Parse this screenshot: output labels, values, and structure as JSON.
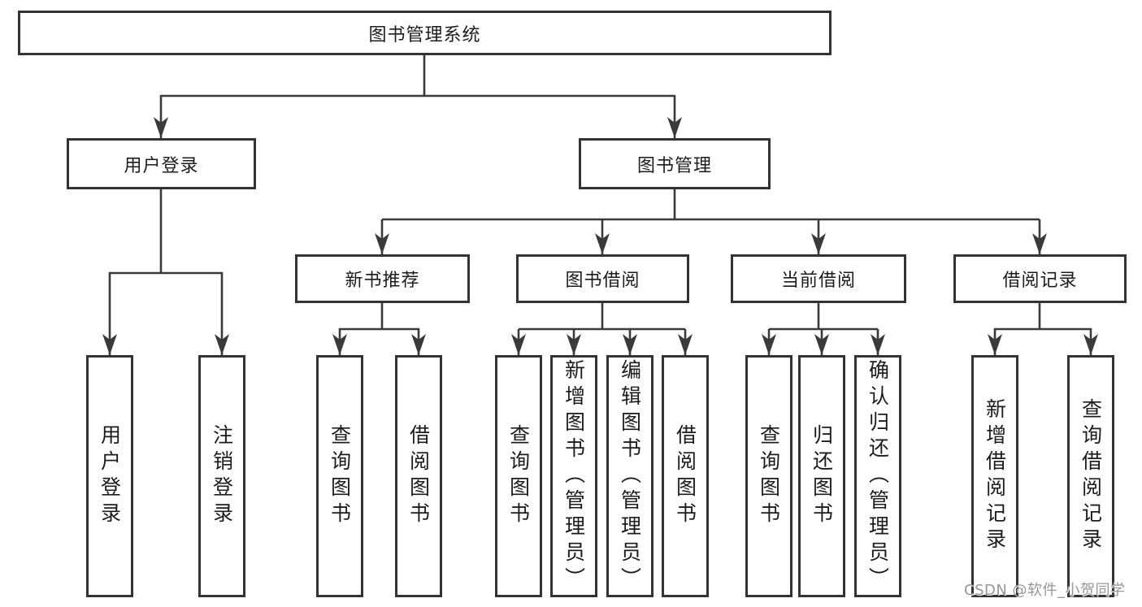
{
  "diagram_title": "图书管理系统",
  "tree": {
    "label": "图书管理系统",
    "children": [
      {
        "label": "用户登录",
        "children": [
          {
            "label": "用户登录"
          },
          {
            "label": "注销登录"
          }
        ]
      },
      {
        "label": "图书管理",
        "children": [
          {
            "label": "新书推荐",
            "children": [
              {
                "label": "查询图书"
              },
              {
                "label": "借阅图书"
              }
            ]
          },
          {
            "label": "图书借阅",
            "children": [
              {
                "label": "查询图书"
              },
              {
                "label": "新增图书（管理员）"
              },
              {
                "label": "编辑图书（管理员）"
              },
              {
                "label": "借阅图书"
              }
            ]
          },
          {
            "label": "当前借阅",
            "children": [
              {
                "label": "查询图书"
              },
              {
                "label": "归还图书"
              },
              {
                "label": "确认归还（管理员）"
              }
            ]
          },
          {
            "label": "借阅记录",
            "children": [
              {
                "label": "新增借阅记录"
              },
              {
                "label": "查询借阅记录"
              }
            ]
          }
        ]
      }
    ]
  },
  "watermark": {
    "text": "CSDN @软件_小贺同学"
  },
  "colors": {
    "line": "#3a3a3a",
    "border": "#333333",
    "text": "#1c1c1c",
    "watermark": "#969696",
    "background": "#ffffff"
  }
}
